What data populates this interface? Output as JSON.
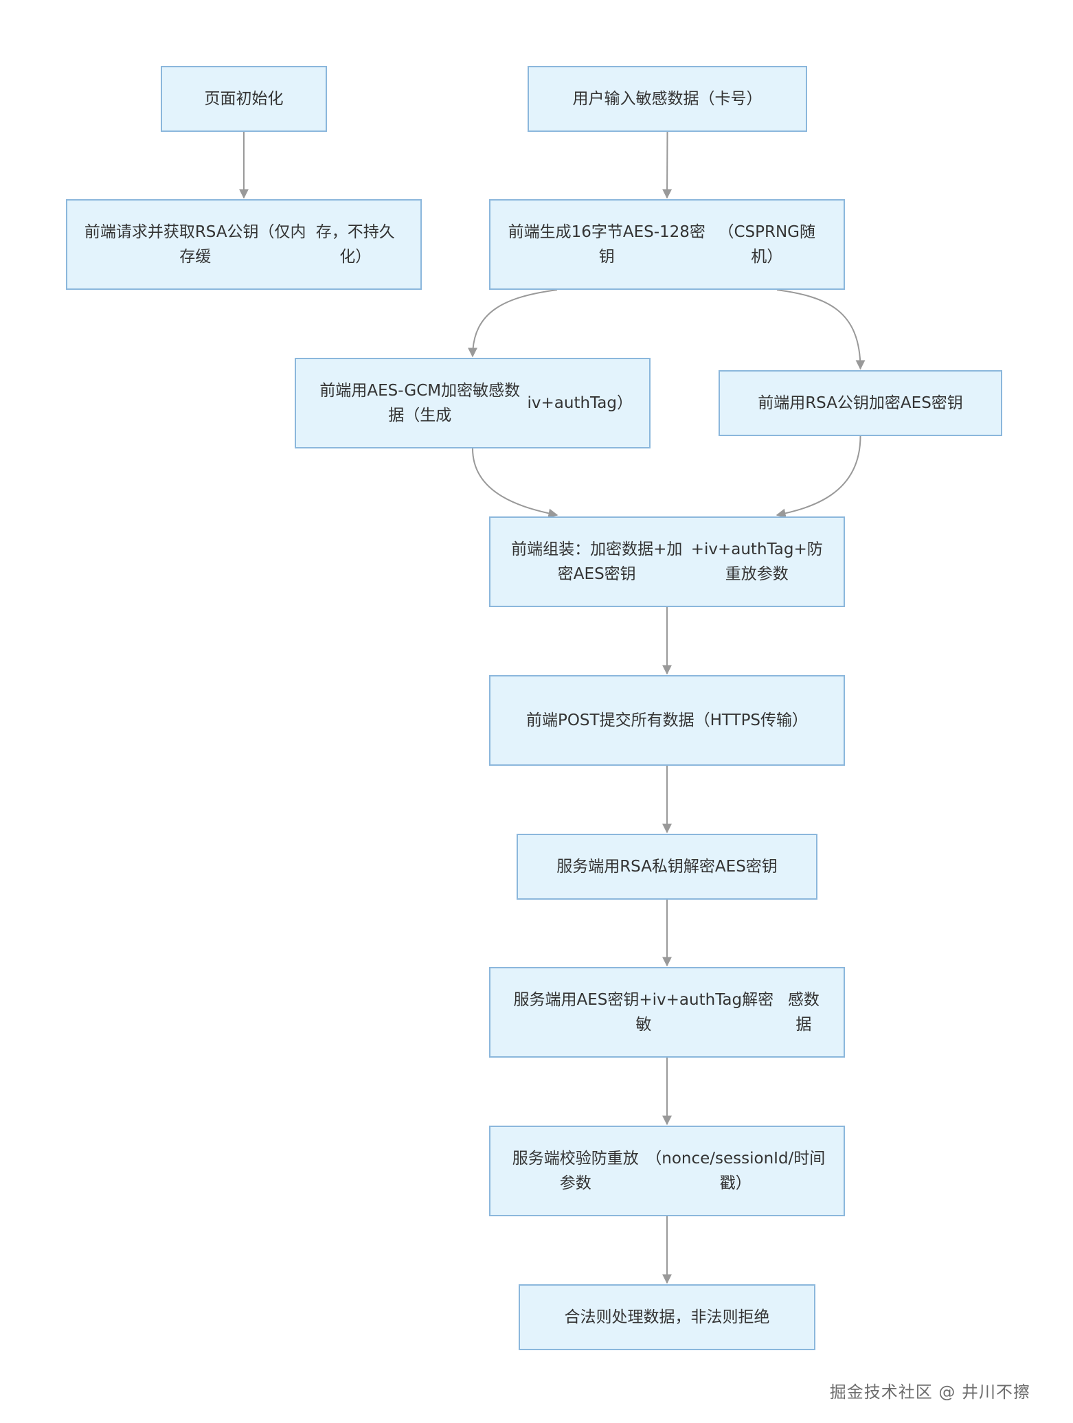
{
  "diagram": {
    "nodes": [
      {
        "id": "n1",
        "label": "页面初始化"
      },
      {
        "id": "n2",
        "label": "前端请求并获取RSA公钥（仅内存缓存，不持久化）"
      },
      {
        "id": "n3",
        "label": "用户输入敏感数据（卡号）"
      },
      {
        "id": "n4",
        "label": "前端生成16字节AES-128密钥（CSPRNG随机）"
      },
      {
        "id": "n5",
        "label": "前端用AES-GCM加密敏感数据（生成iv+authTag）"
      },
      {
        "id": "n6",
        "label": "前端用RSA公钥加密AES密钥"
      },
      {
        "id": "n7",
        "label": "前端组装：加密数据+加密AES密钥+iv+authTag+防重放参数"
      },
      {
        "id": "n8",
        "label": "前端POST提交所有数据（HTTPS传输）"
      },
      {
        "id": "n9",
        "label": "服务端用RSA私钥解密AES密钥"
      },
      {
        "id": "n10",
        "label": "服务端用AES密钥+iv+authTag解密敏感数据"
      },
      {
        "id": "n11",
        "label": "服务端校验防重放参数（nonce/sessionId/时间戳）"
      },
      {
        "id": "n12",
        "label": "合法则处理数据，非法则拒绝"
      }
    ],
    "edges": [
      {
        "from": "n1",
        "to": "n2"
      },
      {
        "from": "n3",
        "to": "n4"
      },
      {
        "from": "n4",
        "to": "n5"
      },
      {
        "from": "n4",
        "to": "n6"
      },
      {
        "from": "n5",
        "to": "n7"
      },
      {
        "from": "n6",
        "to": "n7"
      },
      {
        "from": "n7",
        "to": "n8"
      },
      {
        "from": "n8",
        "to": "n9"
      },
      {
        "from": "n9",
        "to": "n10"
      },
      {
        "from": "n10",
        "to": "n11"
      },
      {
        "from": "n11",
        "to": "n12"
      }
    ]
  },
  "lines": {
    "n2": [
      "前端请求并获取RSA公钥（仅内存缓",
      "存，不持久化）"
    ],
    "n4": [
      "前端生成16字节AES-128密钥",
      "（CSPRNG随机）"
    ],
    "n5": [
      "前端用AES-GCM加密敏感数据（生成",
      "iv+authTag）"
    ],
    "n7": [
      "前端组装：加密数据+加密AES密钥",
      "+iv+authTag+防重放参数"
    ],
    "n8": [
      "前端POST提交所有数据（HTTPS传",
      "输）"
    ],
    "n10": [
      "服务端用AES密钥+iv+authTag解密敏",
      "感数据"
    ],
    "n11": [
      "服务端校验防重放参数",
      "（nonce/sessionId/时间戳）"
    ]
  },
  "watermark": "掘金技术社区 @ 井川不擦",
  "colors": {
    "node_fill": "#e3f3fc",
    "node_border": "#8bb7dc",
    "edge": "#999999",
    "text": "#333333"
  }
}
